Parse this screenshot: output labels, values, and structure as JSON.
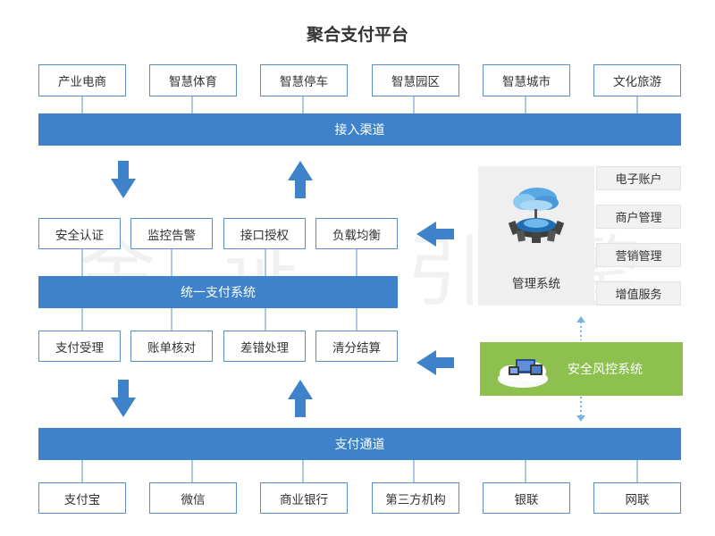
{
  "title": "聚合支付平台",
  "watermark": [
    "金",
    "证",
    "引",
    "擎"
  ],
  "top_row": [
    "产业电商",
    "智慧体育",
    "智慧停车",
    "智慧园区",
    "智慧城市",
    "文化旅游"
  ],
  "access_bar": "接入渠道",
  "upper_row": [
    "安全认证",
    "监控告警",
    "接口授权",
    "负载均衡"
  ],
  "unified_bar": "统一支付系统",
  "lower_row": [
    "支付受理",
    "账单核对",
    "差错处理",
    "清分结算"
  ],
  "channel_bar": "支付通道",
  "bottom_row": [
    "支付宝",
    "微信",
    "商业银行",
    "第三方机构",
    "银联",
    "网联"
  ],
  "management": {
    "label": "管理系统",
    "items": [
      "电子账户",
      "商户管理",
      "营销管理",
      "增值服务"
    ]
  },
  "risk": {
    "label": "安全风控系统"
  },
  "colors": {
    "blue": "#3e82c9",
    "border": "#5b8fc9",
    "green": "#8dc04f",
    "grey": "#efefef"
  },
  "icons": [
    "cloud-server-icon",
    "cloud-devices-icon",
    "arrow-down-icon",
    "arrow-up-icon",
    "arrow-left-icon"
  ]
}
